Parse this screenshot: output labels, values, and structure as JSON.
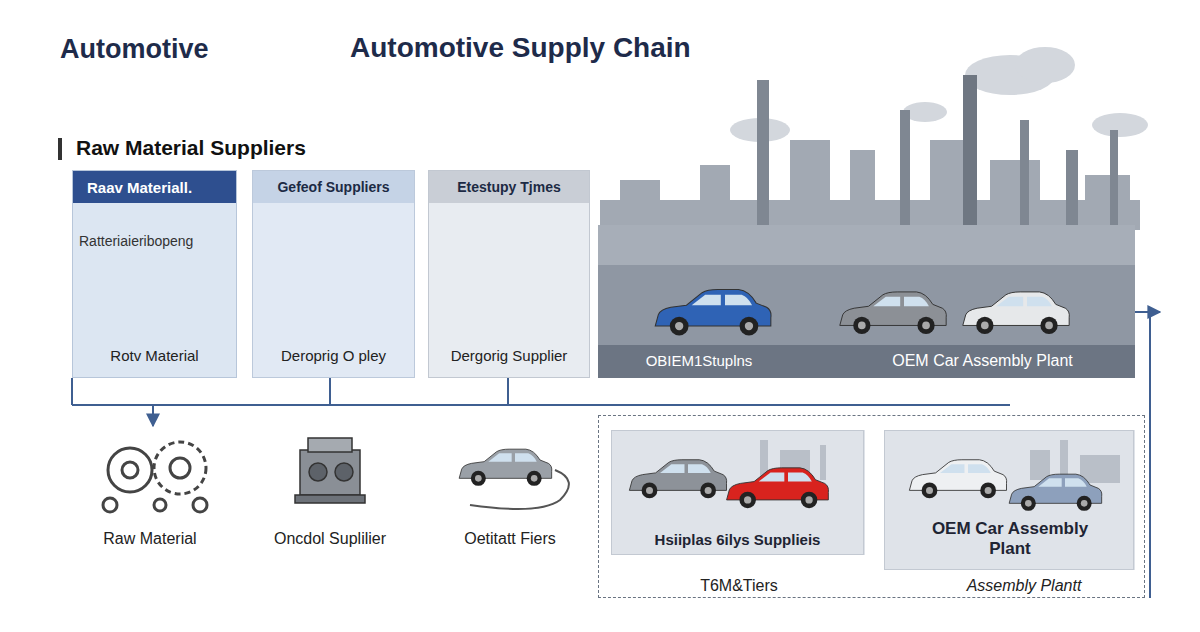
{
  "diagram": {
    "title": "Automotive Supply Chain",
    "nodes": [
      {
        "text": [
          "Raav Materiall.",
          "Ratteriaieribopeng",
          "Rotv Material"
        ]
      },
      {
        "text": [
          "Gefeof Suppliers",
          "Deroprig O pley"
        ]
      },
      {
        "text": [
          "Etestupy Tjmes",
          "Dergorig Supplier"
        ]
      },
      {
        "text": [
          "OBIEM1Stuplns"
        ]
      },
      {
        "text": [
          "OEM Car Assembly Plant"
        ]
      },
      {
        "text": [
          "T6M&Tiers",
          "Assembly Plantt"
        ]
      },
      {
        "text": [
          "Hsiiplas 6ilys Supplieis"
        ],
        "in": 5
      },
      {
        "text": [
          "OEM Car Assembly Plant"
        ],
        "in": 5
      }
    ],
    "edges": [
      {
        "from": 0,
        "to": 1,
        "arrow": "to"
      },
      {
        "from": 1,
        "to": 2,
        "arrow": "to"
      },
      {
        "from": 2,
        "to": 3,
        "arrow": "to"
      },
      {
        "from": 3,
        "to": 4,
        "arrow": "to"
      },
      {
        "from": 6,
        "to": 7,
        "arrow": "to"
      },
      {
        "from": 6,
        "to": 3,
        "arrow": "to"
      },
      {
        "from": 7,
        "to": 4,
        "arrow": "to"
      }
    ],
    "labels": [
      "Automotive",
      "Raw Material Suppliers",
      "Raw Material",
      "Oncdol Suplilier",
      "Oetitatt Fiers"
    ]
  }
}
